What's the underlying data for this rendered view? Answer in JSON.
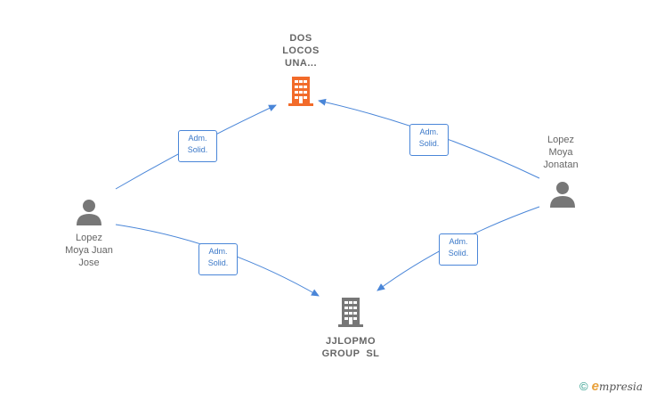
{
  "nodes": {
    "company_top": {
      "lines": [
        "DOS",
        "LOCOS",
        "UNA..."
      ],
      "icon": "building-icon",
      "color": "#f26b2a"
    },
    "company_bottom": {
      "lines": [
        "JJLOPMO",
        "GROUP  SL"
      ],
      "icon": "building-icon",
      "color": "#777777"
    },
    "person_left": {
      "lines": [
        "Lopez",
        "Moya Juan",
        "Jose"
      ],
      "icon": "person-icon",
      "color": "#777777"
    },
    "person_right": {
      "lines": [
        "Lopez",
        "Moya",
        "Jonatan"
      ],
      "icon": "person-icon",
      "color": "#777777"
    }
  },
  "edges": [
    {
      "label": [
        "Adm.",
        "Solid."
      ]
    },
    {
      "label": [
        "Adm.",
        "Solid."
      ]
    },
    {
      "label": [
        "Adm.",
        "Solid."
      ]
    },
    {
      "label": [
        "Adm.",
        "Solid."
      ]
    }
  ],
  "footer": {
    "copyright": "©",
    "brand_initial": "e",
    "brand_rest": "mpresia"
  },
  "colors": {
    "edge": "#4a86d8"
  }
}
